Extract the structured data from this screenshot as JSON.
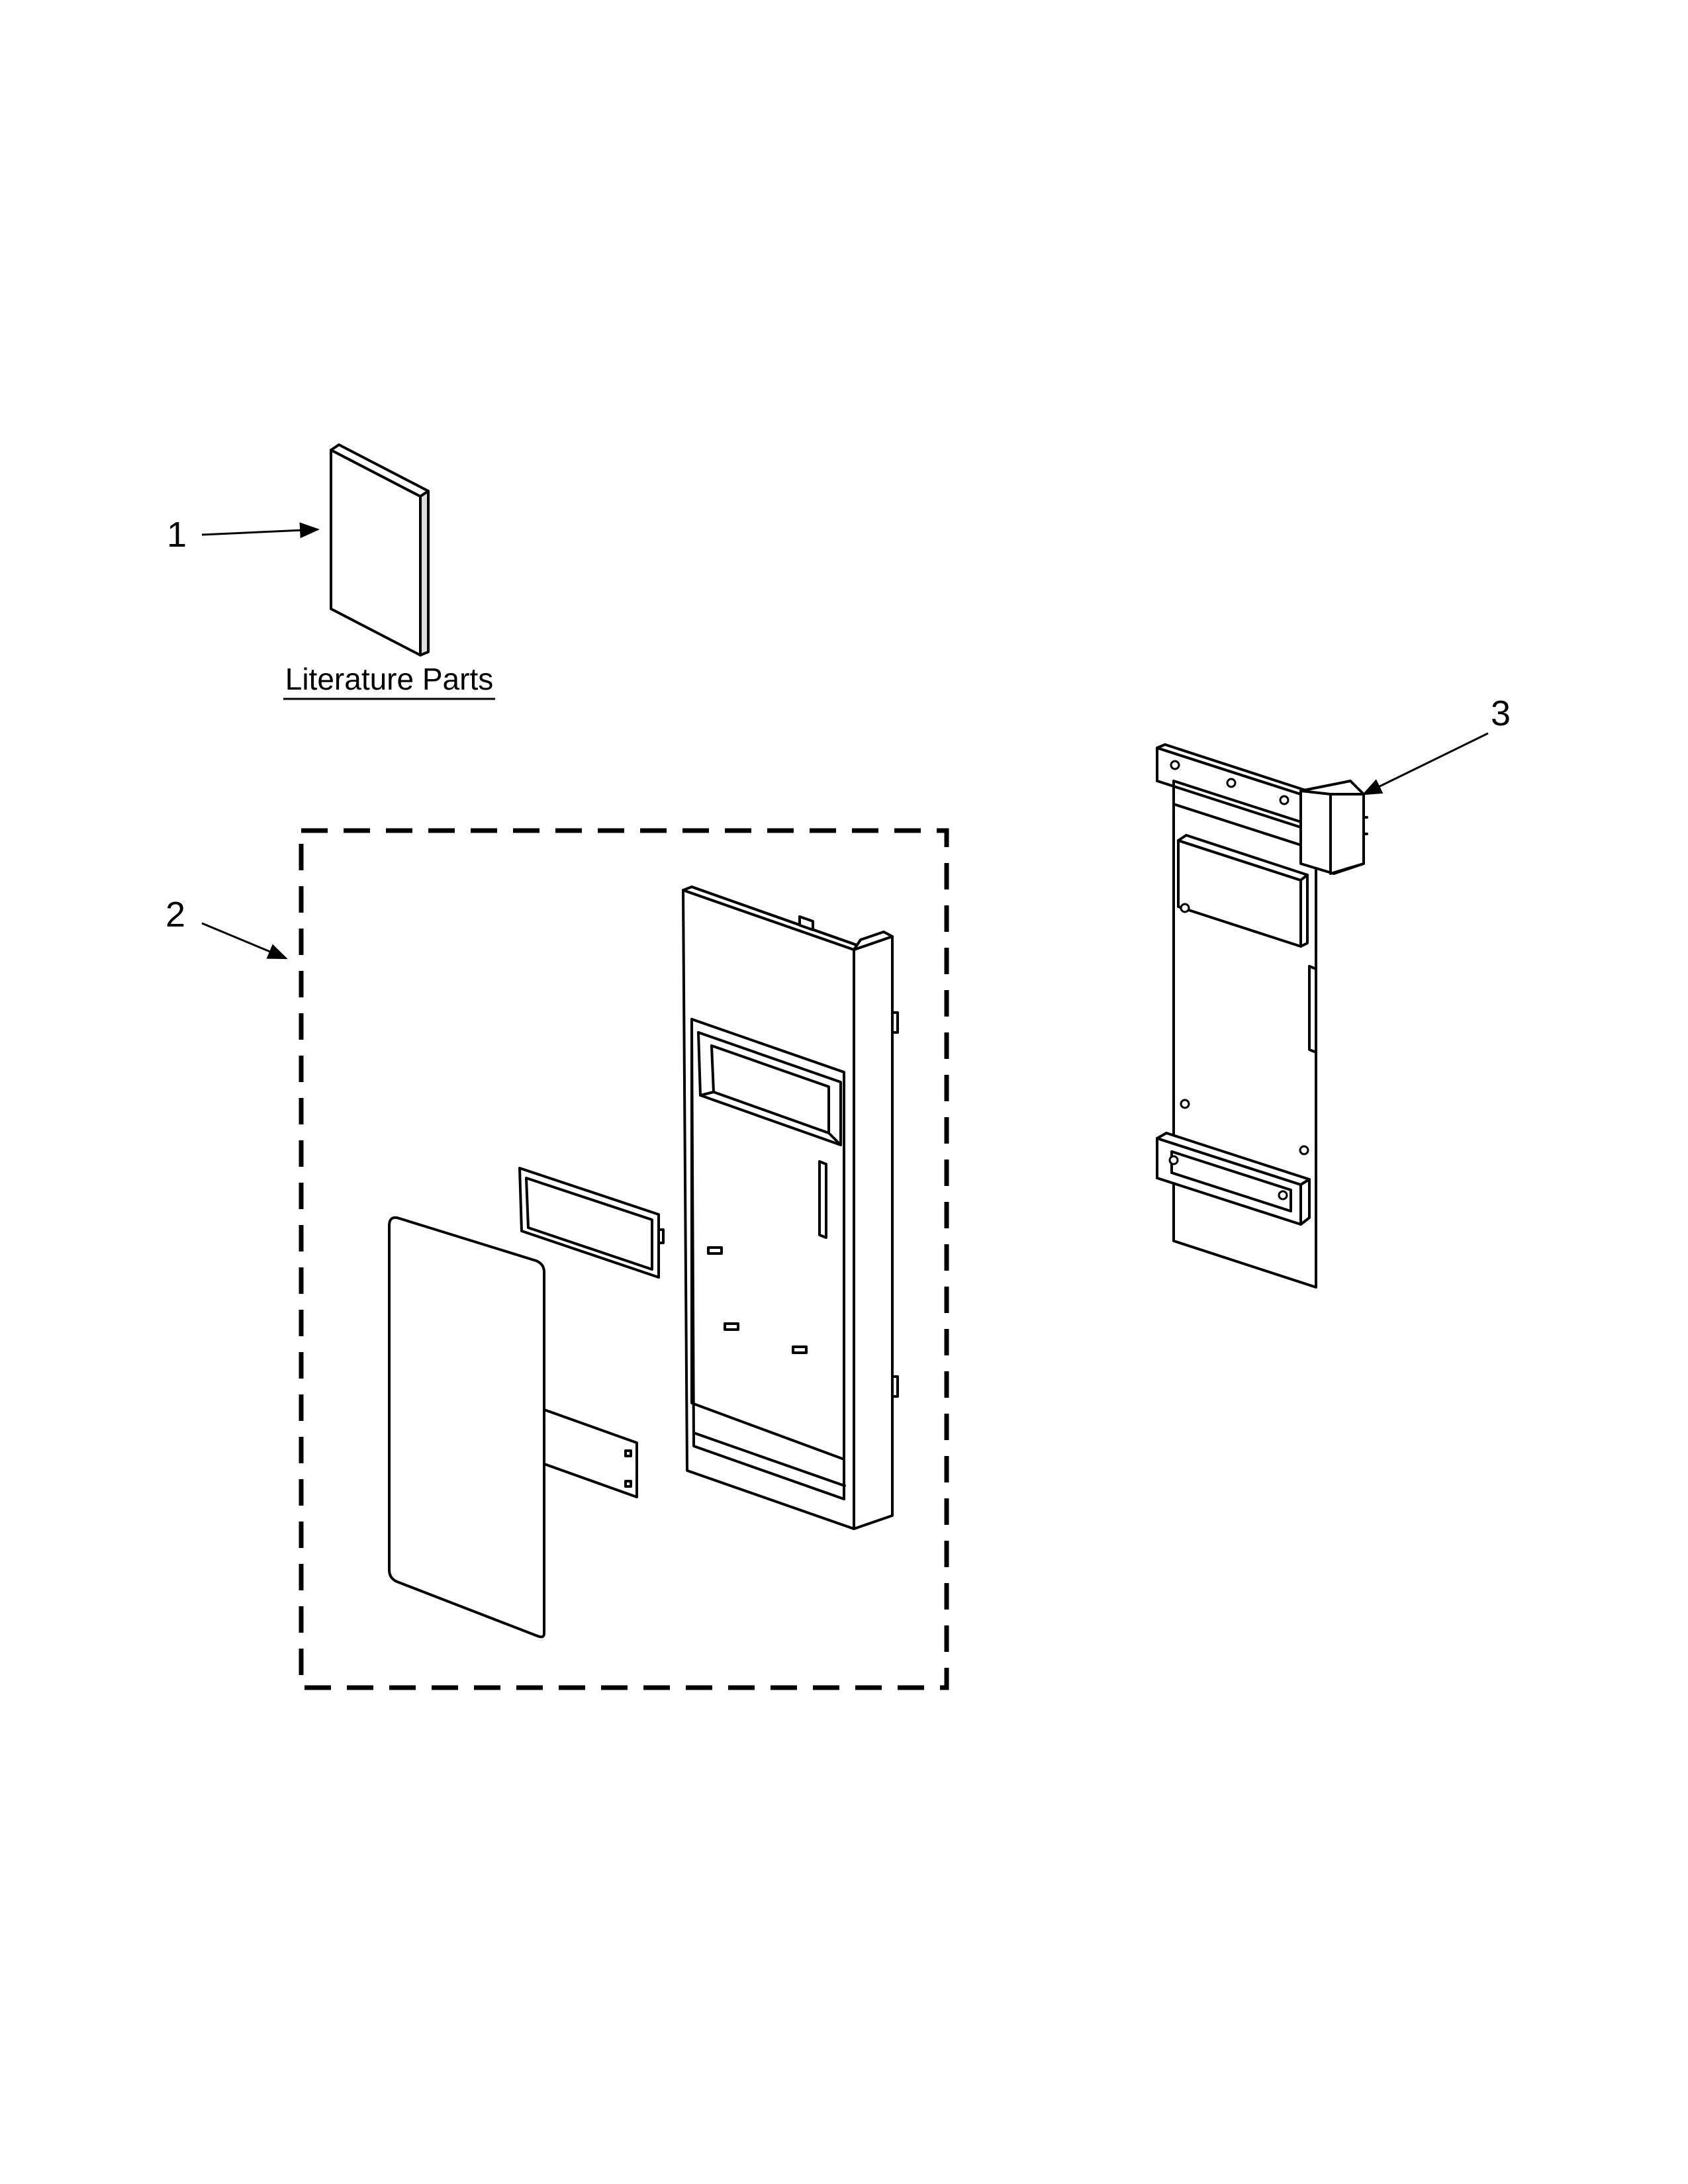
{
  "diagram": {
    "callouts": [
      {
        "id": "1",
        "label": "1"
      },
      {
        "id": "2",
        "label": "2"
      },
      {
        "id": "3",
        "label": "3"
      }
    ],
    "literature_label": "Literature Parts",
    "colors": {
      "line": "#000000",
      "background": "#ffffff"
    }
  }
}
